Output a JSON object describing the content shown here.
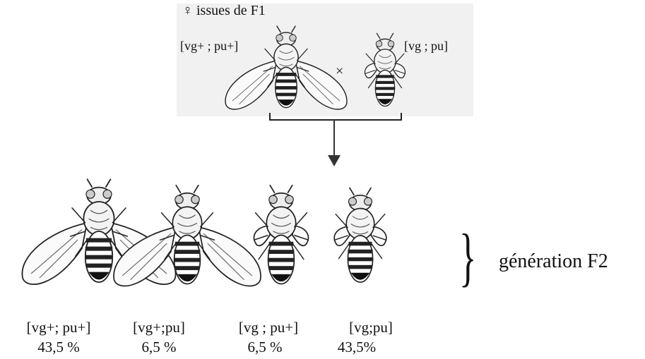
{
  "cross": {
    "title": "♀ issues de F1",
    "parent_left_label": "[vg+ ; pu+]",
    "parent_right_label": "[vg ; pu]",
    "cross_symbol": "×"
  },
  "generation": {
    "label": "génération F2",
    "brace": "}"
  },
  "offspring": [
    {
      "phenotype": "[vg+; pu+]",
      "percent": "43,5 %"
    },
    {
      "phenotype": "[vg+;pu]",
      "percent": "6,5 %"
    },
    {
      "phenotype": "[vg ; pu+]",
      "percent": "6,5 %"
    },
    {
      "phenotype": "[vg;pu]",
      "percent": "43,5%"
    }
  ]
}
